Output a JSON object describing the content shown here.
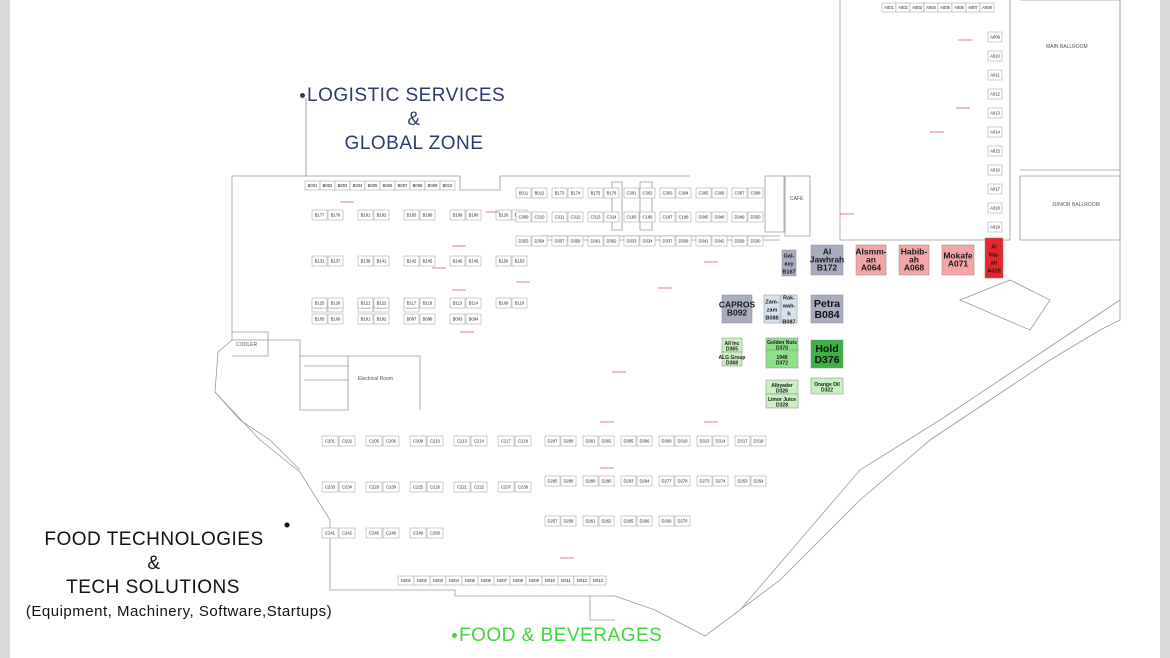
{
  "zones": {
    "logistics": "LOGISTIC SERVICES",
    "amp1": "&",
    "global": "GLOBAL ZONE",
    "foodtech": "FOOD TECHNOLOGIES",
    "amp2": "&",
    "techsol": "TECH SOLUTIONS",
    "equipment": "(Equipment, Machinery, Software,Startups)",
    "fnb": "FOOD & BEVERAGES"
  },
  "rooms": {
    "main_ballroom": "MAIN BALLROOM",
    "junior_ballroom": "JUNIOR BALLROOM",
    "cafe": "CAFE",
    "electrical_room": "Electrical Room",
    "cooler": "COOLER"
  },
  "colors": {
    "pink": "#f4a6a6",
    "red": "#e8252d",
    "slate": "#a8adc2",
    "green_light": "#c8f0c0",
    "green_mid": "#8fe08a",
    "green_dark": "#3cb043",
    "light_blue": "#d7e2f0"
  },
  "featured": [
    {
      "id": "alsmman",
      "lines": [
        "Alsmm-",
        "an",
        "A064"
      ]
    },
    {
      "id": "habibah",
      "lines": [
        "Habib-",
        "ah",
        "A068"
      ]
    },
    {
      "id": "mokafe",
      "lines": [
        "Mokafe",
        "A071"
      ]
    },
    {
      "id": "alnajah",
      "lines": [
        "Al",
        "Naj-",
        "ah",
        "A020"
      ]
    },
    {
      "id": "aljawhrah",
      "lines": [
        "Al",
        "Jawhrah",
        "B172"
      ]
    },
    {
      "id": "galaxy",
      "lines": [
        "Gal-",
        "axy",
        "B167"
      ]
    },
    {
      "id": "petra",
      "lines": [
        "Petra",
        "B084"
      ]
    },
    {
      "id": "capros",
      "lines": [
        "CAPROS",
        "B092"
      ]
    },
    {
      "id": "zamzam",
      "lines": [
        "Zam-",
        "zam",
        "B088"
      ]
    },
    {
      "id": "rakwah",
      "lines": [
        "Rak-",
        "wah-",
        "h",
        "B087"
      ]
    },
    {
      "id": "hold",
      "lines": [
        "Hold",
        "D376"
      ]
    },
    {
      "id": "allinc",
      "lines": [
        "All Inc",
        "D365"
      ]
    },
    {
      "id": "algroup",
      "lines": [
        "ALG Group",
        "D368"
      ]
    },
    {
      "id": "goldennuts",
      "lines": [
        "Golden Nuts",
        "D370"
      ]
    },
    {
      "id": "d1948",
      "lines": [
        "1948",
        "D372"
      ]
    },
    {
      "id": "albyader",
      "lines": [
        "Albyader",
        "D326"
      ]
    },
    {
      "id": "limorjuice",
      "lines": [
        "Limor Juice",
        "D328"
      ]
    },
    {
      "id": "orangeoil",
      "lines": [
        "Orange Oil",
        "D322"
      ]
    }
  ],
  "booths": {
    "row_a_top": [
      "A001",
      "A002",
      "A003",
      "A004",
      "A005",
      "A006",
      "A007",
      "A008"
    ],
    "row_b_top": [
      "B001",
      "B002",
      "B003",
      "B004",
      "B005",
      "B006",
      "B007",
      "B008",
      "B009",
      "B010"
    ],
    "row_d_bottom": [
      "D001",
      "D002",
      "D003",
      "D004",
      "D005",
      "D006",
      "D007",
      "D008",
      "D009",
      "D010",
      "D011",
      "D012",
      "D013"
    ],
    "col_a_right": [
      "A009",
      "A010",
      "A011",
      "A012",
      "A013",
      "A014",
      "A015",
      "A016",
      "A017",
      "A018",
      "A019"
    ],
    "grid_b": [
      "B177",
      "B176",
      "B181",
      "B182",
      "B183",
      "B186",
      "B189",
      "B190",
      "B126",
      "B130",
      "B131",
      "B137",
      "B138",
      "B141",
      "B142",
      "B145",
      "B146",
      "B149",
      "B150",
      "B153",
      "B154",
      "B157",
      "B158",
      "B161",
      "B162"
    ],
    "grid_b2": [
      "B125",
      "B128",
      "B121",
      "B122",
      "B117",
      "B118",
      "B113",
      "B114",
      "B109",
      "B110",
      "B105",
      "B106",
      "B101",
      "B102",
      "B097",
      "B098",
      "B093",
      "B094"
    ],
    "grid_c": [
      "C201",
      "C202",
      "C205",
      "C206",
      "C209",
      "C210",
      "C213",
      "C214",
      "C217",
      "C218",
      "C233",
      "C234",
      "C229",
      "C230",
      "C225",
      "C226",
      "C221",
      "C222",
      "C237",
      "C238",
      "C241",
      "C242",
      "C245",
      "C246",
      "C249",
      "C250"
    ],
    "grid_d": [
      "D297",
      "D298",
      "D301",
      "D302",
      "D305",
      "D306",
      "D309",
      "D310",
      "D313",
      "D314",
      "D317",
      "D318",
      "D285",
      "D286",
      "D289",
      "D290",
      "D293",
      "D294",
      "D277",
      "D278",
      "D273",
      "D274",
      "D253",
      "D254",
      "D257",
      "D258",
      "D261",
      "D262",
      "D265",
      "D266",
      "D269",
      "D270"
    ],
    "misc": [
      "B011",
      "B012",
      "B173",
      "B174",
      "B175",
      "B176",
      "C301",
      "C302",
      "C303",
      "C304",
      "C305",
      "C306",
      "C307",
      "C308",
      "C309",
      "C310",
      "C311",
      "C312",
      "C313",
      "C314",
      "C183",
      "C186",
      "C187",
      "C188",
      "D345",
      "D346",
      "D349",
      "D350",
      "D353",
      "D354",
      "D357",
      "D358",
      "D361",
      "D362",
      "D333",
      "D334",
      "D337",
      "D338",
      "D341",
      "D342",
      "D329",
      "D330"
    ]
  }
}
